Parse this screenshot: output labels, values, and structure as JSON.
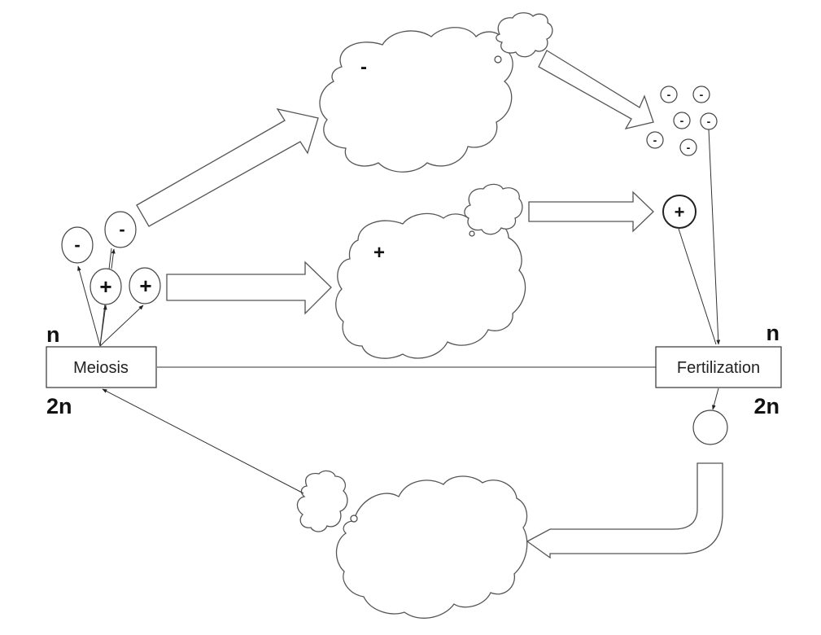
{
  "diagram": {
    "title": "Alternation of generations life cycle",
    "nodes": {
      "meiosis": {
        "label": "Meiosis",
        "above": "n",
        "below": "2n"
      },
      "fertilization": {
        "label": "Fertilization",
        "above": "n",
        "below": "2n"
      }
    },
    "spores": {
      "minus_spores": [
        "-",
        "-"
      ],
      "plus_spores": [
        "+",
        "+"
      ]
    },
    "clouds": {
      "top_cloud_sign": "-",
      "middle_cloud_sign": "+"
    },
    "gametes": {
      "minus_gametes": [
        "-",
        "-",
        "-",
        "-",
        "-",
        "-"
      ],
      "plus_gamete": "+"
    },
    "zygote_label": ""
  }
}
